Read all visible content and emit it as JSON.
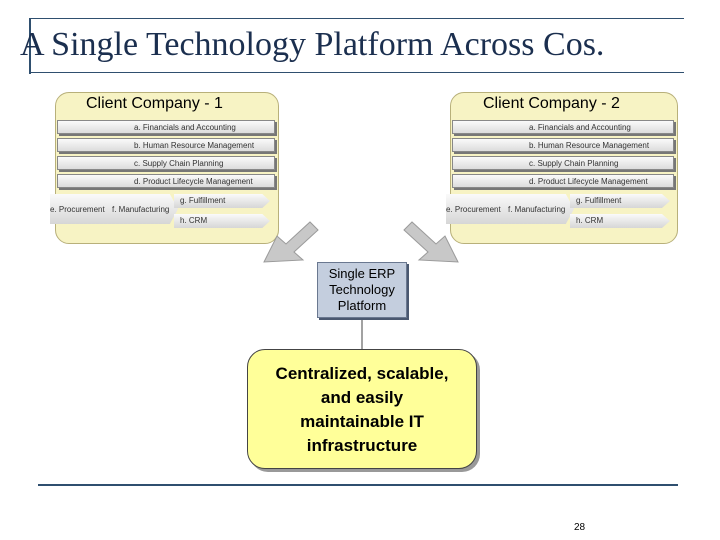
{
  "slide": {
    "title": "A Single Technology Platform Across Cos.",
    "page_number": "28"
  },
  "company1": {
    "label": "Client Company - 1",
    "bars": [
      "a. Financials and Accounting",
      "b. Human Resource Management",
      "c. Supply Chain Planning",
      "d. Product Lifecycle Management"
    ],
    "procurement": "e. Procurement",
    "manufacturing": "f. Manufacturing",
    "fulfillment": "g. Fulfillment",
    "crm": "h. CRM"
  },
  "company2": {
    "label": "Client Company - 2",
    "bars": [
      "a. Financials and Accounting",
      "b. Human Resource Management",
      "c. Supply Chain Planning",
      "d. Product Lifecycle Management"
    ],
    "procurement": "e. Procurement",
    "manufacturing": "f. Manufacturing",
    "fulfillment": "g. Fulfillment",
    "crm": "h. CRM"
  },
  "erp": {
    "line1": "Single ERP",
    "line2": "Technology",
    "line3": "Platform"
  },
  "infrastructure": {
    "line1": "Centralized, scalable,",
    "line2": "and easily",
    "line3": "maintainable IT",
    "line4": "infrastructure"
  },
  "colors": {
    "company_fill": "#f7f3c4",
    "erp_fill": "#c4cede",
    "infra_fill": "#ffff99",
    "arrow_fill": "#c8c8c8"
  }
}
